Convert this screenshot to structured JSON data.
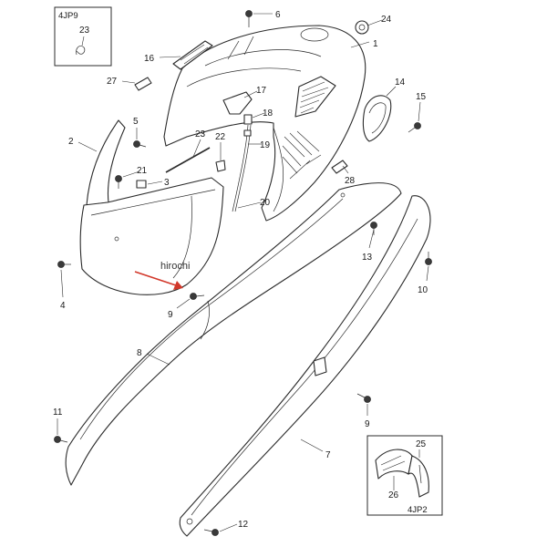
{
  "diagram": {
    "watermark": "hirochi",
    "callouts": {
      "p1": "1",
      "p2": "2",
      "p3": "3",
      "p4": "4",
      "p5": "5",
      "p6": "6",
      "p7": "7",
      "p8": "8",
      "p9_upper": "9",
      "p9_lower": "9",
      "p10": "10",
      "p11": "11",
      "p12": "12",
      "p13": "13",
      "p14": "14",
      "p15": "15",
      "p16": "16",
      "p17": "17",
      "p18": "18",
      "p19": "19",
      "p20": "20",
      "p21": "21",
      "p22": "22",
      "p23": "23",
      "p24": "24",
      "p27": "27",
      "p28": "28"
    },
    "inset_left": {
      "code": "4JP9",
      "callout": "23"
    },
    "inset_right": {
      "code": "4JP2",
      "callouts": [
        "25",
        "26"
      ]
    }
  },
  "colors": {
    "line": "#2b2b2b",
    "arrow": "#d2382a",
    "background": "#ffffff"
  }
}
